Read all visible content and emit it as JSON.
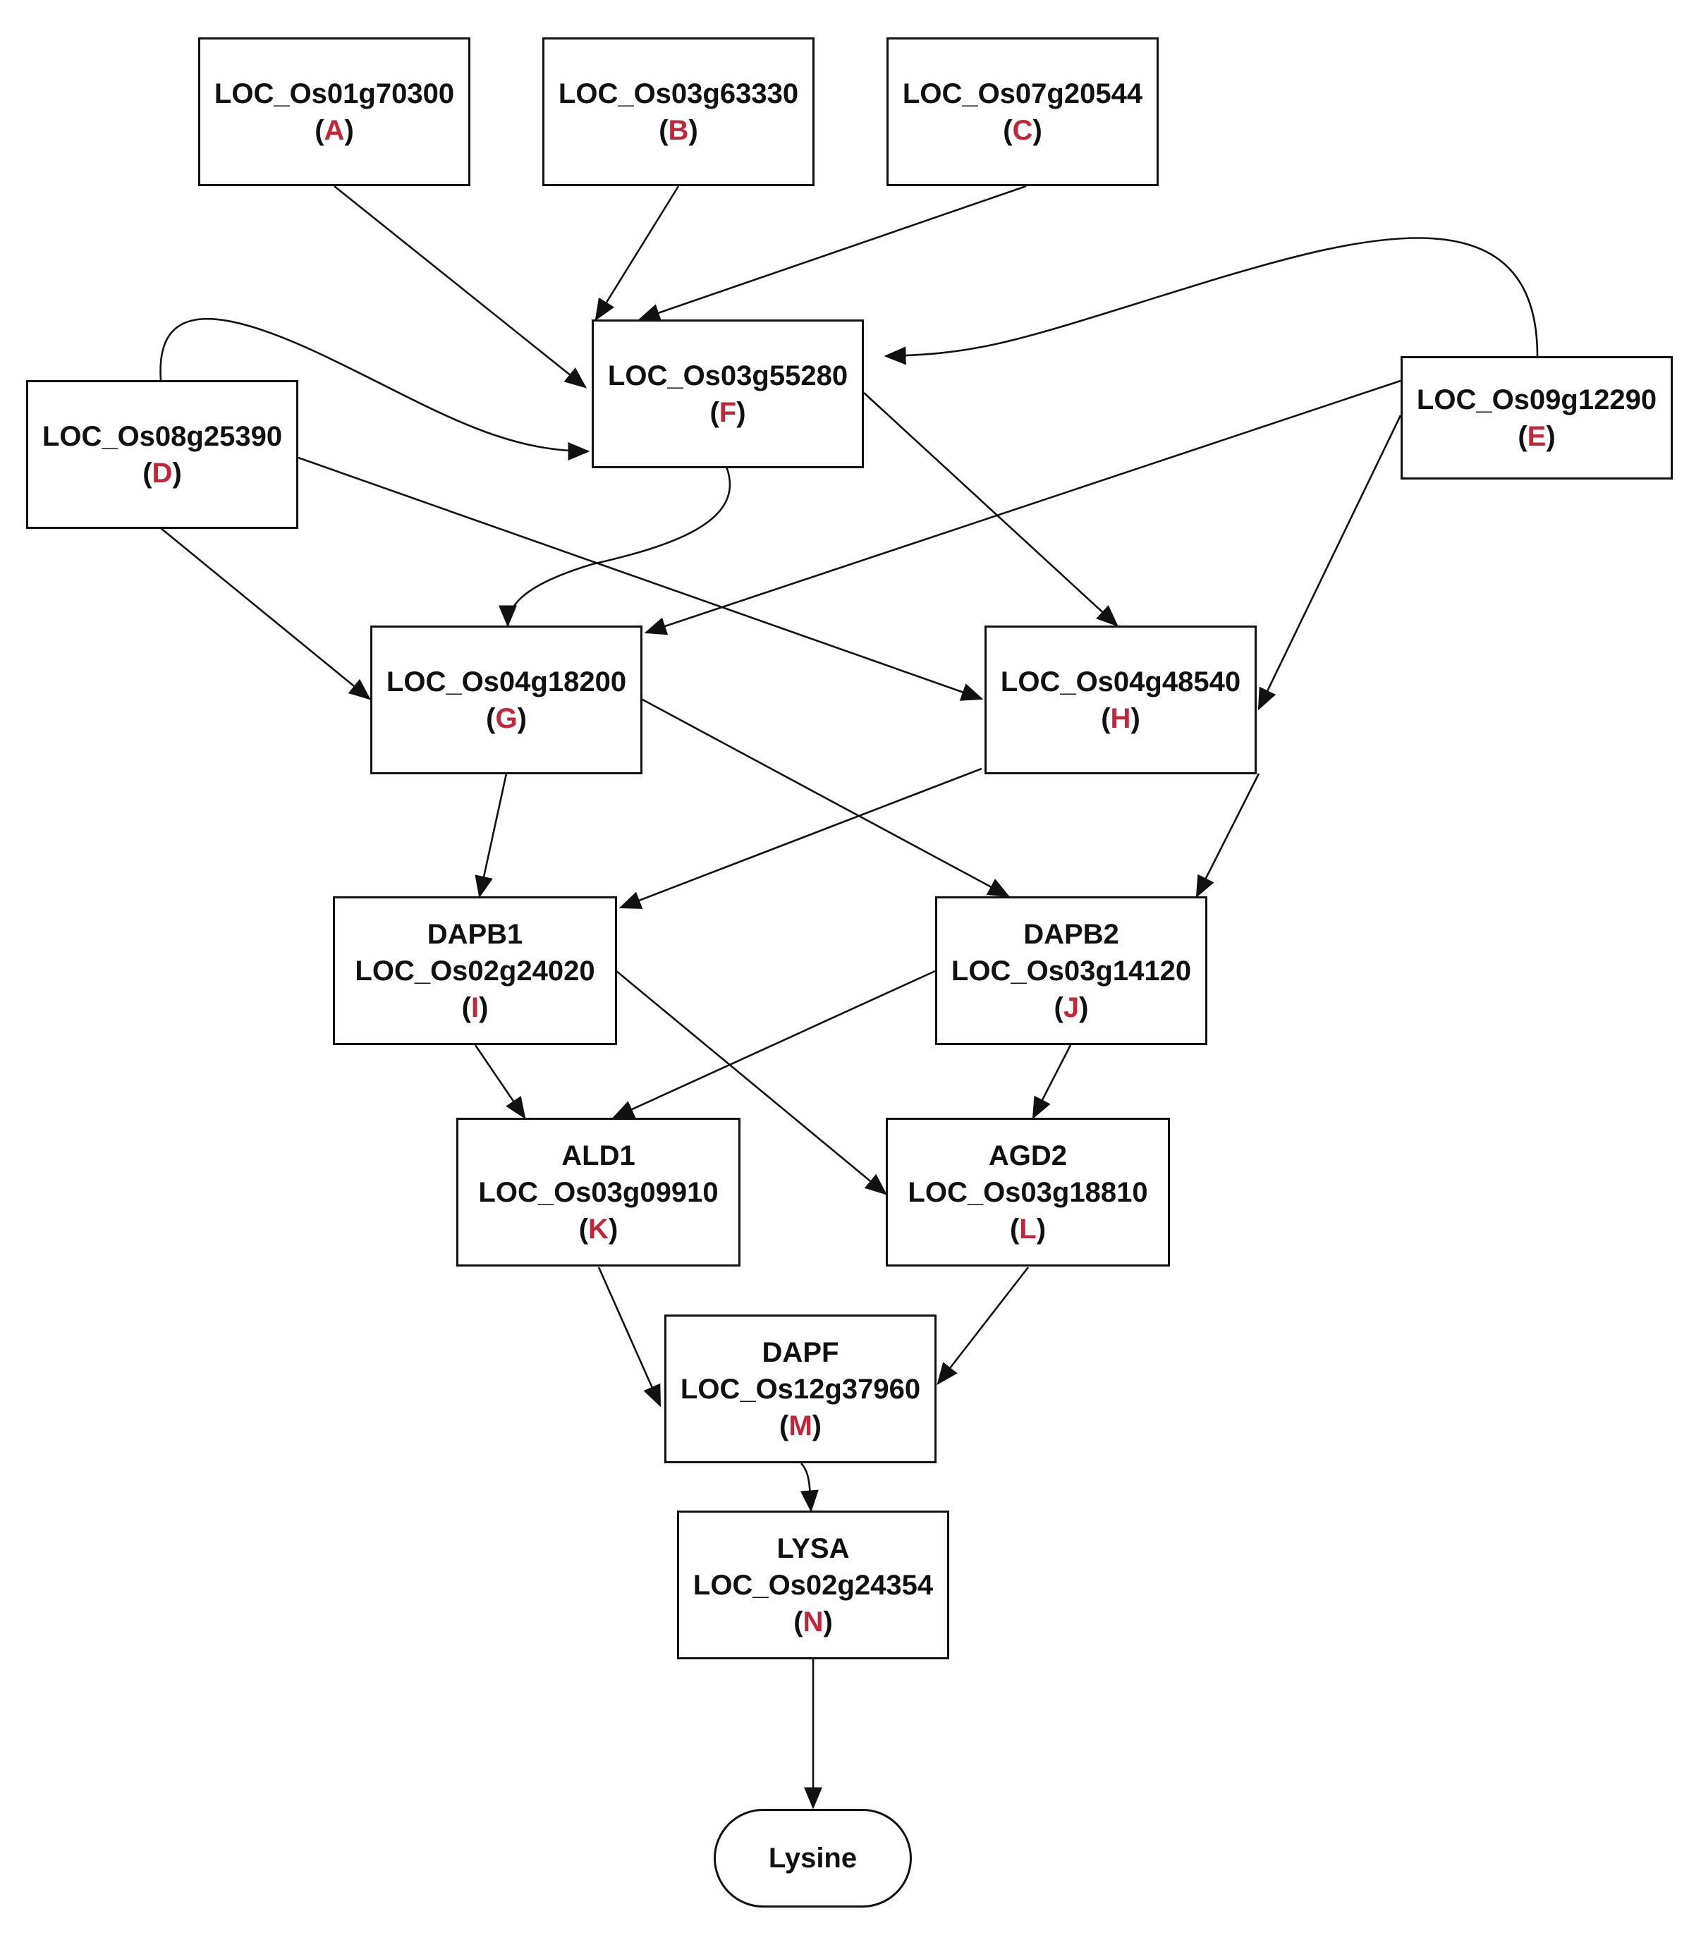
{
  "accent_color": "#c0283a",
  "nodes": {
    "A": {
      "gene": "",
      "locus": "LOC_Os01g70300",
      "letter": "A"
    },
    "B": {
      "gene": "",
      "locus": "LOC_Os03g63330",
      "letter": "B"
    },
    "C": {
      "gene": "",
      "locus": "LOC_Os07g20544",
      "letter": "C"
    },
    "D": {
      "gene": "",
      "locus": "LOC_Os08g25390",
      "letter": "D"
    },
    "E": {
      "gene": "",
      "locus": "LOC_Os09g12290",
      "letter": "E"
    },
    "F": {
      "gene": "",
      "locus": "LOC_Os03g55280",
      "letter": "F"
    },
    "G": {
      "gene": "",
      "locus": "LOC_Os04g18200",
      "letter": "G"
    },
    "H": {
      "gene": "",
      "locus": "LOC_Os04g48540",
      "letter": "H"
    },
    "I": {
      "gene": "DAPB1",
      "locus": "LOC_Os02g24020",
      "letter": "I"
    },
    "J": {
      "gene": "DAPB2",
      "locus": "LOC_Os03g14120",
      "letter": "J"
    },
    "K": {
      "gene": "ALD1",
      "locus": "LOC_Os03g09910",
      "letter": "K"
    },
    "L": {
      "gene": "AGD2",
      "locus": "LOC_Os03g18810",
      "letter": "L"
    },
    "M": {
      "gene": "DAPF",
      "locus": "LOC_Os12g37960",
      "letter": "M"
    },
    "N": {
      "gene": "LYSA",
      "locus": "LOC_Os02g24354",
      "letter": "N"
    }
  },
  "terminal": {
    "label": "Lysine"
  },
  "edges": [
    [
      "A",
      "F"
    ],
    [
      "B",
      "F"
    ],
    [
      "C",
      "F"
    ],
    [
      "D",
      "F"
    ],
    [
      "E",
      "F"
    ],
    [
      "F",
      "G"
    ],
    [
      "F",
      "H"
    ],
    [
      "D",
      "G"
    ],
    [
      "D",
      "H"
    ],
    [
      "E",
      "G"
    ],
    [
      "E",
      "H"
    ],
    [
      "G",
      "I"
    ],
    [
      "G",
      "J"
    ],
    [
      "H",
      "I"
    ],
    [
      "H",
      "J"
    ],
    [
      "I",
      "K"
    ],
    [
      "I",
      "L"
    ],
    [
      "J",
      "K"
    ],
    [
      "J",
      "L"
    ],
    [
      "K",
      "M"
    ],
    [
      "L",
      "M"
    ],
    [
      "M",
      "N"
    ],
    [
      "N",
      "Lysine"
    ]
  ]
}
